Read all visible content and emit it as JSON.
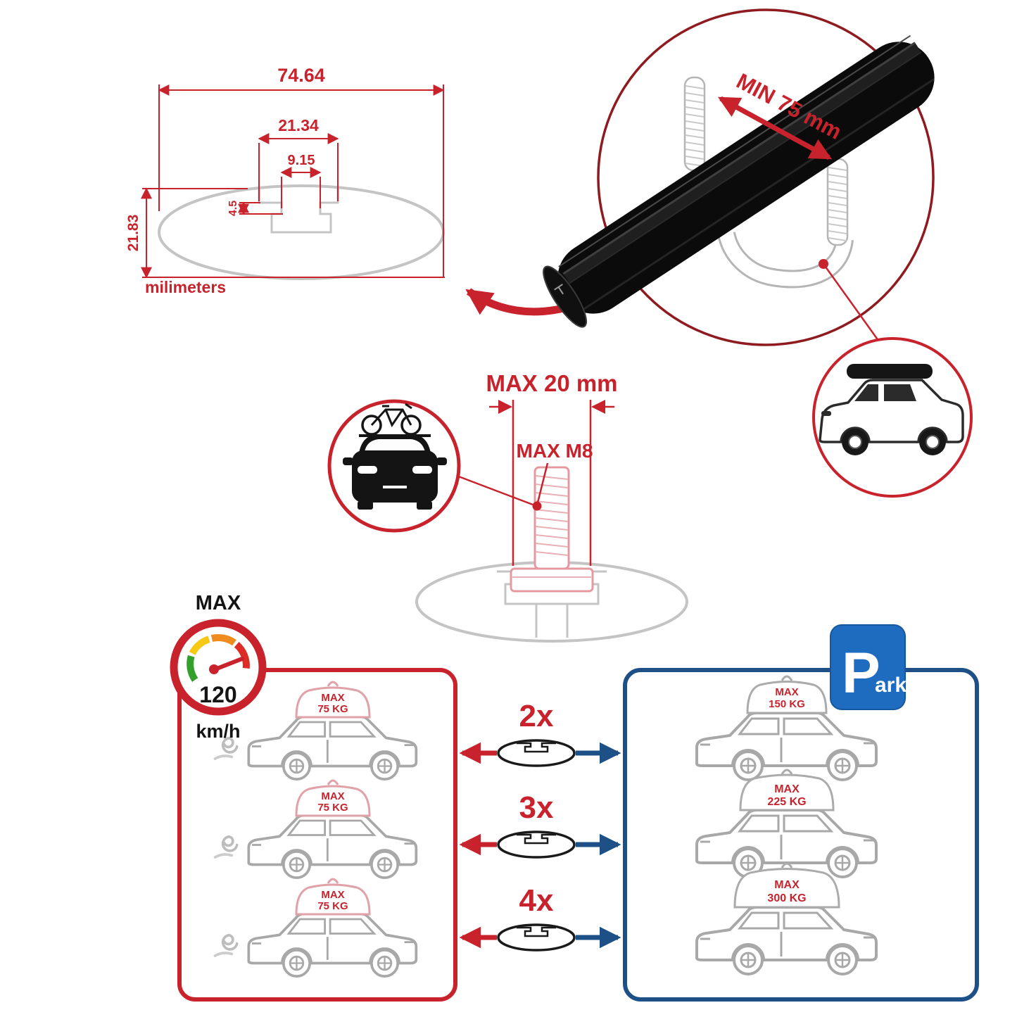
{
  "colors": {
    "accent_red": "#c8232c",
    "dark_red": "#8e1b20",
    "panel_blue": "#1d5086",
    "sign_blue": "#1e6cc0",
    "profile_gray": "#c4c4c4",
    "car_gray": "#a8a8a8",
    "bar_black": "#0b0b0b"
  },
  "cross_section": {
    "total_width": "74.64",
    "channel_outer_width": "21.34",
    "slot_width": "9.15",
    "slot_depth": "4.5",
    "height": "21.83",
    "unit_label": "milimeters"
  },
  "clamp_detail": {
    "min_grip": "MIN 75 mm"
  },
  "bolt_detail": {
    "max_length": "MAX 20 mm",
    "max_thread": "MAX M8"
  },
  "speed_limit": {
    "label": "MAX",
    "value": "120",
    "unit": "km/h"
  },
  "bar_options": [
    {
      "qty": "2x",
      "driving": {
        "l1": "MAX",
        "l2": "75 KG"
      },
      "parking": {
        "l1": "MAX",
        "l2": "150 KG"
      }
    },
    {
      "qty": "3x",
      "driving": {
        "l1": "MAX",
        "l2": "75 KG"
      },
      "parking": {
        "l1": "MAX",
        "l2": "225 KG"
      }
    },
    {
      "qty": "4x",
      "driving": {
        "l1": "MAX",
        "l2": "75 KG"
      },
      "parking": {
        "l1": "MAX",
        "l2": "300 KG"
      }
    }
  ],
  "parking_sign": {
    "big": "P",
    "small": "ark"
  }
}
